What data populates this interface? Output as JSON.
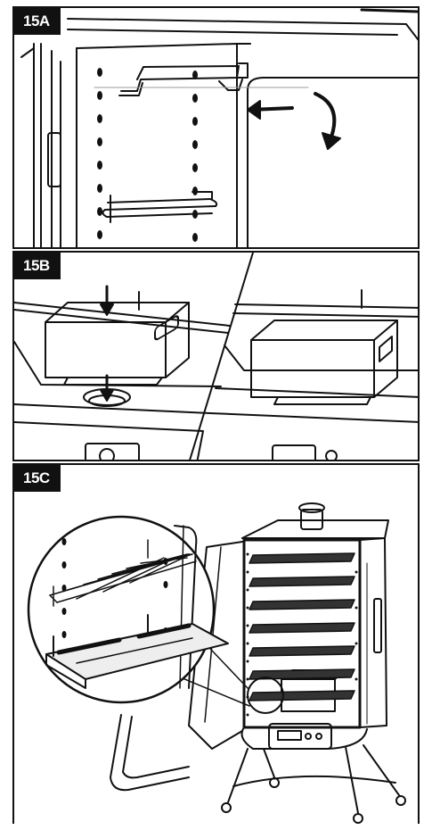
{
  "panels": [
    {
      "label": "15A"
    },
    {
      "label": "15B"
    },
    {
      "label": "15C"
    }
  ]
}
